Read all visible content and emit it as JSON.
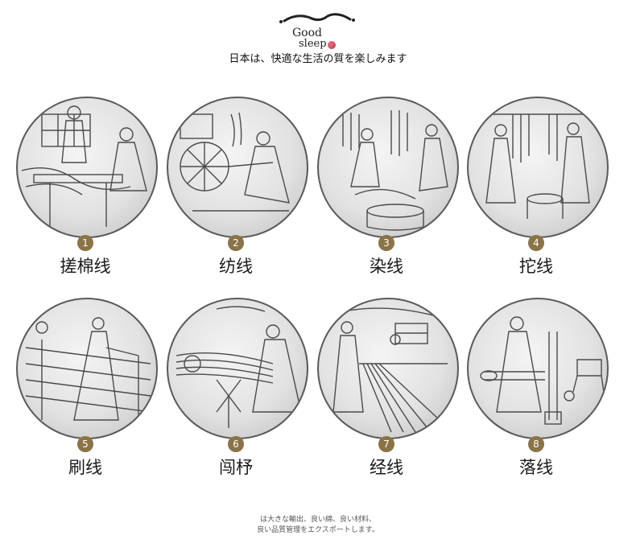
{
  "brand": {
    "word1": "Good",
    "word2": "sleep",
    "accent_color": "#e0607a"
  },
  "tagline": "日本は、快適な生活の質を楽しみます",
  "steps": [
    {
      "number": "1",
      "label": "搓棉线"
    },
    {
      "number": "2",
      "label": "纺线"
    },
    {
      "number": "3",
      "label": "染线"
    },
    {
      "number": "4",
      "label": "拕线"
    },
    {
      "number": "5",
      "label": "刷线"
    },
    {
      "number": "6",
      "label": "闯杼"
    },
    {
      "number": "7",
      "label": "经线"
    },
    {
      "number": "8",
      "label": "落线"
    }
  ],
  "badge_color": "#8a7346",
  "footer": {
    "line1": "は大きな輸出、良い綿、良い材料、",
    "line2": "良い品質管理をエクスポートします。"
  }
}
